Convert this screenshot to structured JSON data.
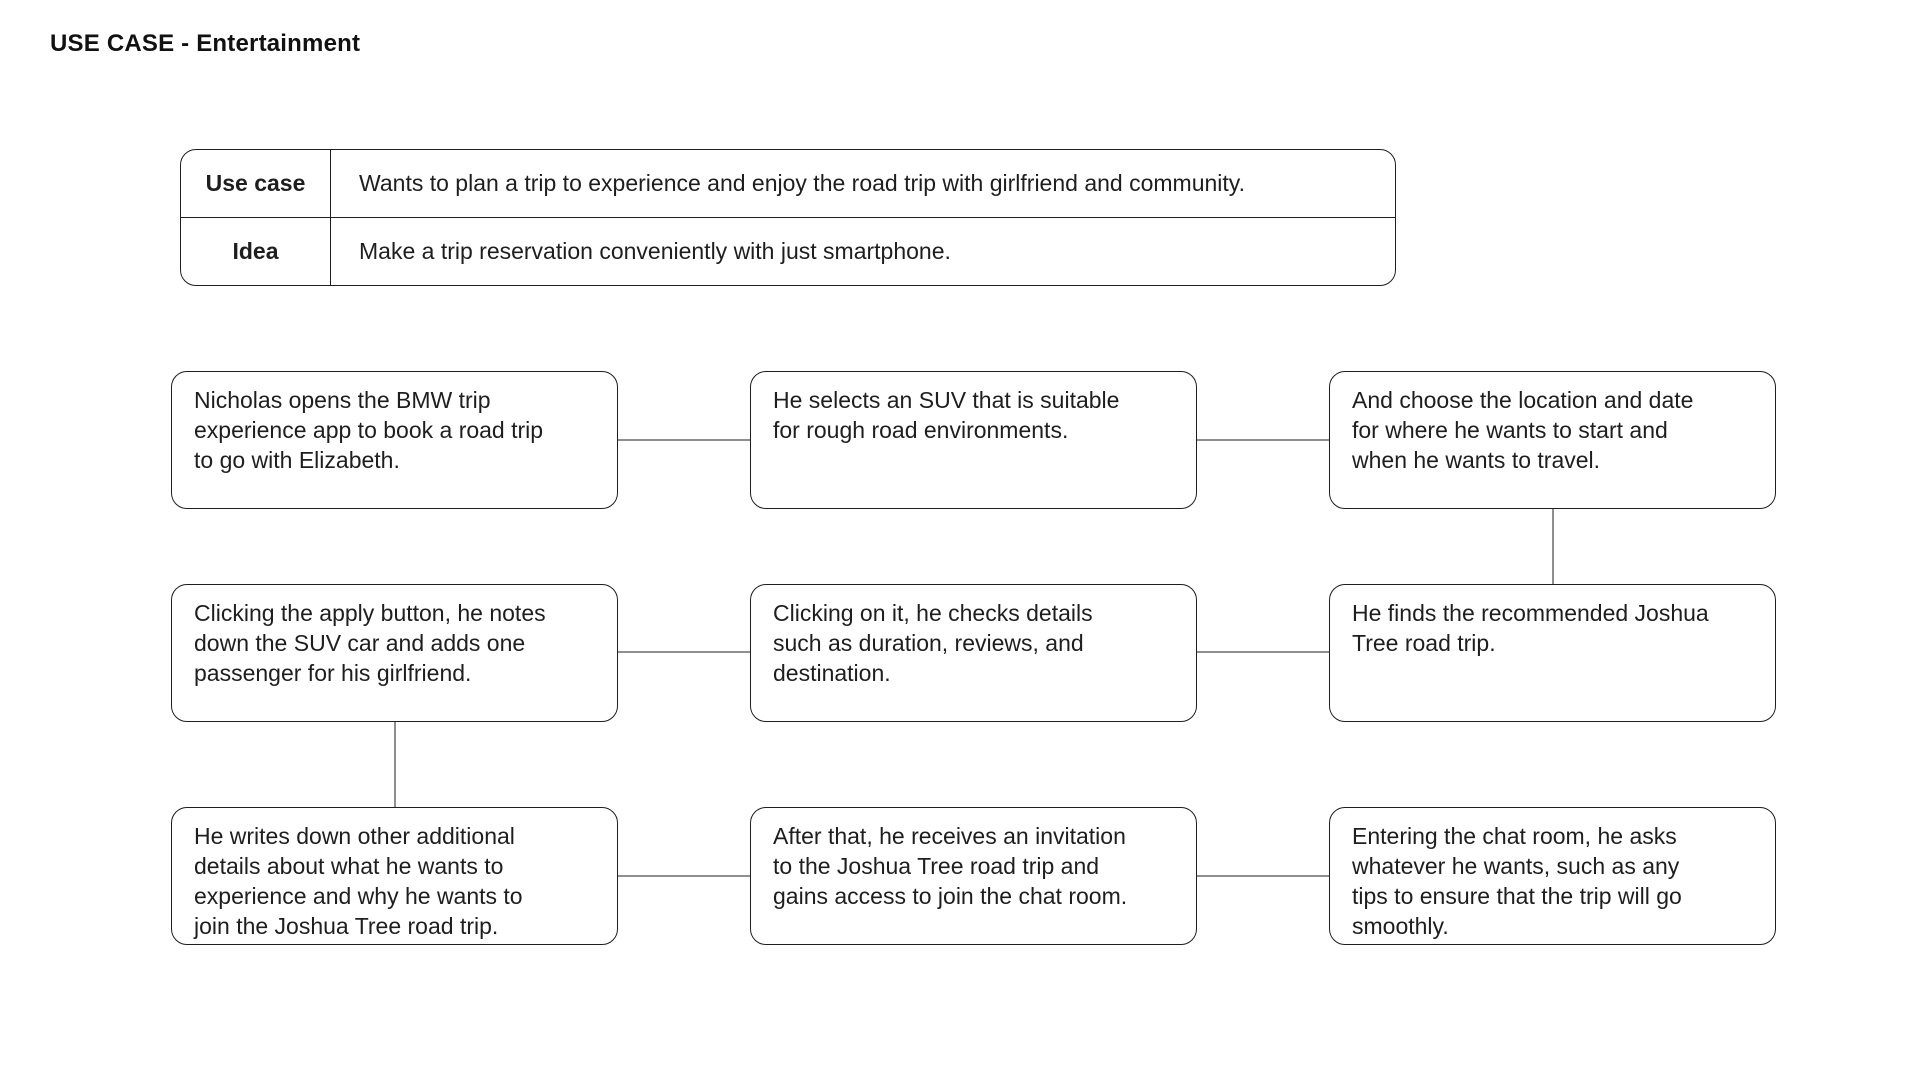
{
  "page": {
    "title": "USE CASE - Entertainment"
  },
  "colors": {
    "background": "#ffffff",
    "text": "#111111",
    "line": "#1e1e1e",
    "connector": "#8f8f8f"
  },
  "info_table": {
    "rows": [
      {
        "label": "Use case",
        "value": "Wants to plan a trip to experience and enjoy the road trip with girlfriend and community."
      },
      {
        "label": "Idea",
        "value": "Make a trip reservation conveniently with just smartphone."
      }
    ]
  },
  "flowchart": {
    "nodes": [
      {
        "id": "step-1",
        "text": "Nicholas opens the BMW trip experience app to book a road trip to go with Elizabeth."
      },
      {
        "id": "step-2",
        "text": "He selects an SUV that is suitable for rough road environments."
      },
      {
        "id": "step-3",
        "text": "And choose the location and date for where he wants to start and when he wants to travel."
      },
      {
        "id": "step-4",
        "text": "Clicking the apply button, he notes down the SUV car and adds one passenger for his girlfriend."
      },
      {
        "id": "step-5",
        "text": "Clicking on it, he checks details such as duration, reviews, and destination."
      },
      {
        "id": "step-6",
        "text": "He finds the recommended Joshua Tree road trip."
      },
      {
        "id": "step-7",
        "text": "He writes down other additional details about what he wants to experience and why he wants to join the Joshua Tree road trip."
      },
      {
        "id": "step-8",
        "text": "After that, he receives an invitation to the Joshua Tree road trip and gains access to join the chat room."
      },
      {
        "id": "step-9",
        "text": "Entering the chat room, he asks whatever he wants, such as any tips to ensure that the trip will go smoothly."
      }
    ],
    "connections": [
      {
        "from": "step-1",
        "to": "step-2"
      },
      {
        "from": "step-2",
        "to": "step-3"
      },
      {
        "from": "step-3",
        "to": "step-6"
      },
      {
        "from": "step-6",
        "to": "step-5"
      },
      {
        "from": "step-5",
        "to": "step-4"
      },
      {
        "from": "step-4",
        "to": "step-7"
      },
      {
        "from": "step-7",
        "to": "step-8"
      },
      {
        "from": "step-8",
        "to": "step-9"
      }
    ]
  }
}
